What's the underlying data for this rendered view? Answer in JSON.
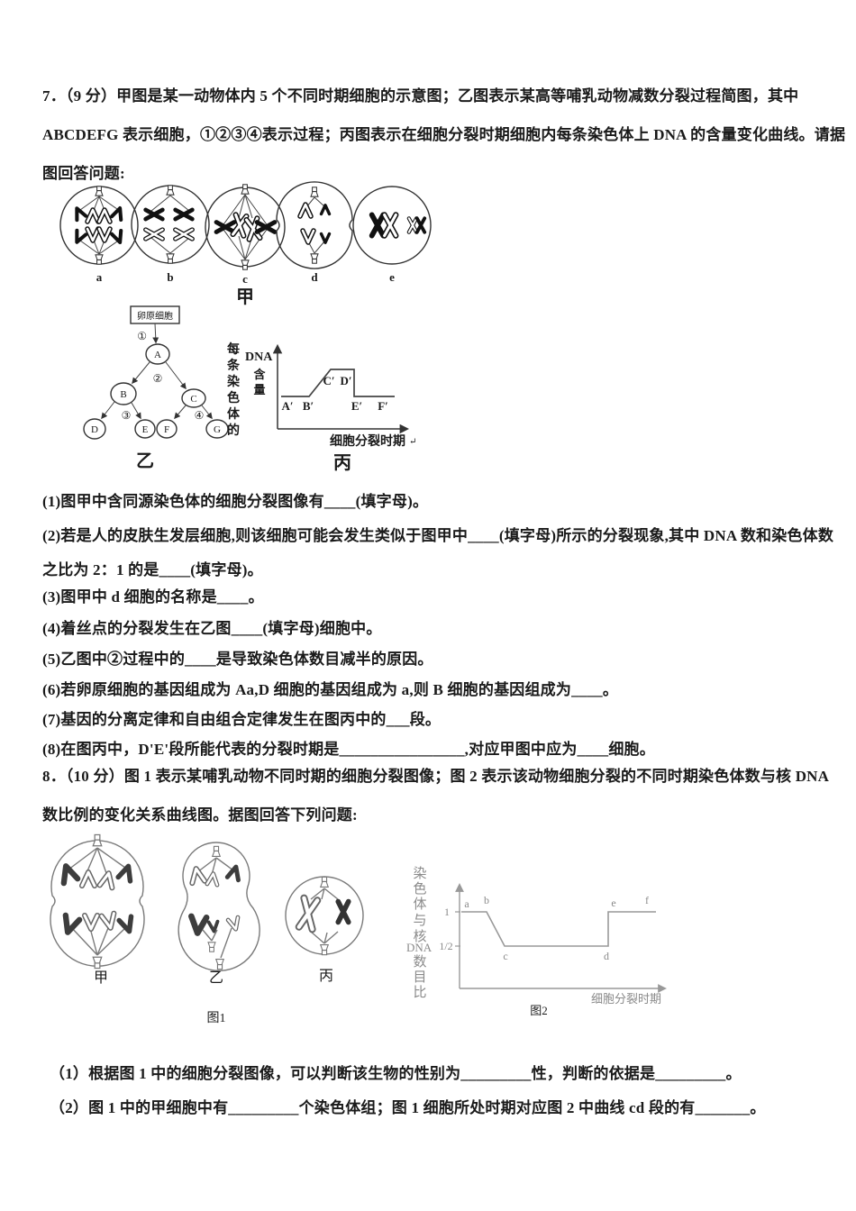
{
  "q7": {
    "intro_lines": [
      "7．（9 分）甲图是某一动物体内 5 个不同时期细胞的示意图；乙图表示某高等哺乳动物减数分裂过程简图，其中",
      "ABCDEFG 表示细胞，①②③④表示过程；丙图表示在细胞分裂时期细胞内每条染色体上 DNA 的含量变化曲线。请据",
      "图回答问题:"
    ],
    "fig_jia": {
      "cells": [
        "a",
        "b",
        "c",
        "d",
        "e"
      ],
      "caption": "甲"
    },
    "fig_yi": {
      "top_box": "卵原细胞",
      "steps": [
        "①",
        "②",
        "③",
        "④"
      ],
      "nodes": [
        "A",
        "B",
        "C",
        "D",
        "E",
        "F",
        "G"
      ],
      "caption": "乙"
    },
    "fig_bing": {
      "ylabel_col": [
        "每",
        "条",
        "染",
        "色",
        "体",
        "的"
      ],
      "ylabel_dna": "DNA",
      "ylabel_rest": [
        "含",
        "量"
      ],
      "points": [
        "A′",
        "B′",
        "C′",
        "D′",
        "E′",
        "F′"
      ],
      "xlabel": "细胞分裂时期",
      "return_mark": "↵",
      "caption": "丙"
    },
    "items": [
      "(1)图甲中含同源染色体的细胞分裂图像有____(填字母)。",
      "(2)若是人的皮肤生发层细胞,则该细胞可能会发生类似于图甲中____(填字母)所示的分裂现象,其中 DNA 数和染色体数",
      "之比为 2：1 的是____(填字母)。",
      "(3)图甲中 d 细胞的名称是____。",
      "(4)着丝点的分裂发生在乙图____(填字母)细胞中。",
      "(5)乙图中②过程中的____是导致染色体数目减半的原因。",
      "(6)若卵原细胞的基因组成为 Aa,D 细胞的基因组成为 a,则 B 细胞的基因组成为____。",
      "(7)基因的分离定律和自由组合定律发生在图丙中的___段。",
      "(8)在图丙中，D'E'段所能代表的分裂时期是________________,对应甲图中应为____细胞。"
    ]
  },
  "q8": {
    "intro_lines": [
      "8．（10 分）图 1 表示某哺乳动物不同时期的细胞分裂图像；图 2 表示该动物细胞分裂的不同时期染色体数与核 DNA",
      "数比例的变化关系曲线图。据图回答下列问题:"
    ],
    "fig1": {
      "cells": [
        "甲",
        "乙",
        "丙"
      ],
      "caption": "图1"
    },
    "fig2": {
      "ylabel_top": [
        "染",
        "色",
        "体",
        "与",
        "核"
      ],
      "ylabel_dna": "DNA",
      "ylabel_bottom": [
        "数",
        "目",
        "比"
      ],
      "yticks": [
        "1",
        "1/2"
      ],
      "points": [
        "a",
        "b",
        "c",
        "d",
        "e",
        "f"
      ],
      "xlabel": "细胞分裂时期",
      "caption": "图2"
    },
    "items": [
      "（1）根据图 1 中的细胞分裂图像，可以判断该生物的性别为_________性，判断的依据是_________。",
      "（2）图 1 中的甲细胞中有_________个染色体组；图 1 细胞所处时期对应图 2 中曲线 cd 段的有_______。"
    ]
  },
  "chart_data": [
    {
      "type": "line",
      "title": "丙",
      "xlabel": "细胞分裂时期",
      "ylabel": "每条染色体的DNA含量",
      "ylim": [
        0,
        2
      ],
      "grid": false,
      "points": [
        {
          "label": "A′",
          "x": 0,
          "y": 1
        },
        {
          "label": "B′",
          "x": 1,
          "y": 1
        },
        {
          "label": "C′",
          "x": 2,
          "y": 2
        },
        {
          "label": "D′",
          "x": 3,
          "y": 2
        },
        {
          "label": "E′",
          "x": 3,
          "y": 1
        },
        {
          "label": "F′",
          "x": 4,
          "y": 1
        }
      ]
    },
    {
      "type": "line",
      "title": "图2",
      "xlabel": "细胞分裂时期",
      "ylabel": "染色体与核DNA数目比",
      "yticks": [
        "1",
        "1/2"
      ],
      "ylim": [
        0,
        1.25
      ],
      "grid": false,
      "points": [
        {
          "label": "a",
          "x": 0,
          "y": 1
        },
        {
          "label": "b",
          "x": 1,
          "y": 1
        },
        {
          "label": "c",
          "x": 2,
          "y": 0.5
        },
        {
          "label": "d",
          "x": 5,
          "y": 0.5
        },
        {
          "label": "e",
          "x": 5,
          "y": 1
        },
        {
          "label": "f",
          "x": 6,
          "y": 1
        }
      ]
    }
  ]
}
